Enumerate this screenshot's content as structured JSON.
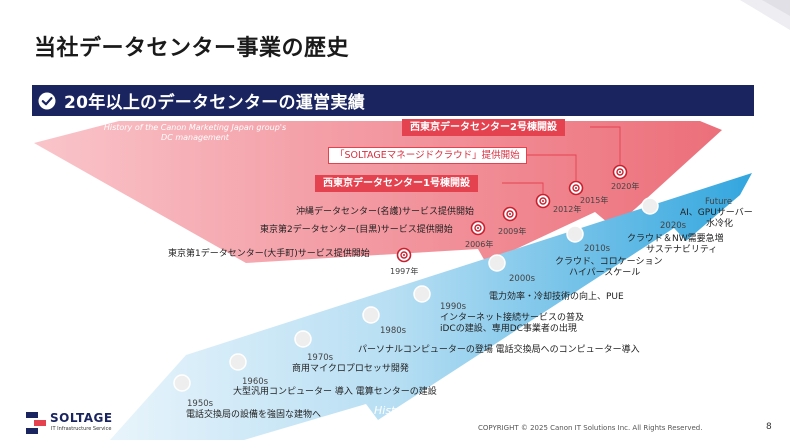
{
  "slide": {
    "title": "当社データセンター事業の歴史",
    "banner_text": "20年以上のデータセンターの運営実績",
    "page_number": "8",
    "copyright": "COPYRIGHT © 2025 Canon IT Solutions Inc. All Rights Reserved."
  },
  "logo": {
    "name": "SOLTAGE",
    "tagline": "IT Infrastructure Service"
  },
  "arrows": {
    "canon_note": "History of the Canon Marketing Japan group's DC management",
    "it_note": "History of the IT industry & DC in Japan",
    "red_color": "#f6a7ae",
    "blue_color": "#9fd3ef",
    "accent_red": "#e4424f",
    "navy": "#1a2560"
  },
  "callouts": {
    "east2": "西東京データセンター2号棟開設",
    "soltage": "「SOLTAGEマネージドクラウド」提供開始",
    "east1": "西東京データセンター1号棟開設"
  },
  "canon_milestones": {
    "m1997_label": "東京第1データセンター(大手町)サービス提供開始",
    "m1997_year": "1997年",
    "m2006_label": "東京第2データセンター(目黒)サービス提供開始",
    "m2006_year": "2006年",
    "okinawa_label": "沖縄データセンター(名護)サービス提供開始",
    "m2009_year": "2009年",
    "m2012_year": "2012年",
    "m2015_year": "2015年",
    "m2020_year": "2020年"
  },
  "it_history": {
    "e1950_year": "1950s",
    "e1950_label": "電話交換局の設備を強固な建物へ",
    "e1960_year": "1960s",
    "e1960_label": "大型汎用コンピューター 導入 電算センターの建設",
    "e1970_year": "1970s",
    "e1970_label": "商用マイクロプロセッサ開発",
    "e1980_year": "1980s",
    "e1980_label": "パーソナルコンピューターの登場 電話交換局へのコンピューター導入",
    "e1990_year": "1990s",
    "e1990_label1": "インターネット接続サービスの普及",
    "e1990_label2": "iDCの建設、専用DC事業者の出現",
    "e2000_year": "2000s",
    "e2000_label": "電力効率・冷却技術の向上、PUE",
    "e2010_year": "2010s",
    "e2010_label1": "クラウド、コロケーション",
    "e2010_label2": "ハイパースケール",
    "e2020_year": "2020s",
    "e2020_label1": "クラウド＆NW需要急増",
    "e2020_label2": "サステナビリティ",
    "future_year": "Future",
    "future_label1": "AI、GPUサーバー",
    "future_label2": "水冷化"
  }
}
